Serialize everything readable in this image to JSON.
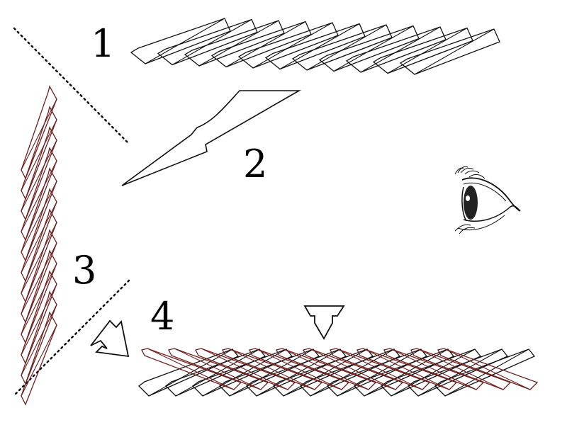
{
  "steps": [
    {
      "label": "1"
    },
    {
      "label": "2"
    },
    {
      "label": "3"
    },
    {
      "label": "4"
    }
  ],
  "colors": {
    "stroke_black": "#111111",
    "stroke_red": "#6e1f1f",
    "background": "#ffffff"
  },
  "icons": {
    "eye": "eye-icon",
    "down_arrow": "down-arrow-icon",
    "diagonal_arrow": "diagonal-arrow-icon",
    "lightning": "lightning-bolt-icon"
  }
}
